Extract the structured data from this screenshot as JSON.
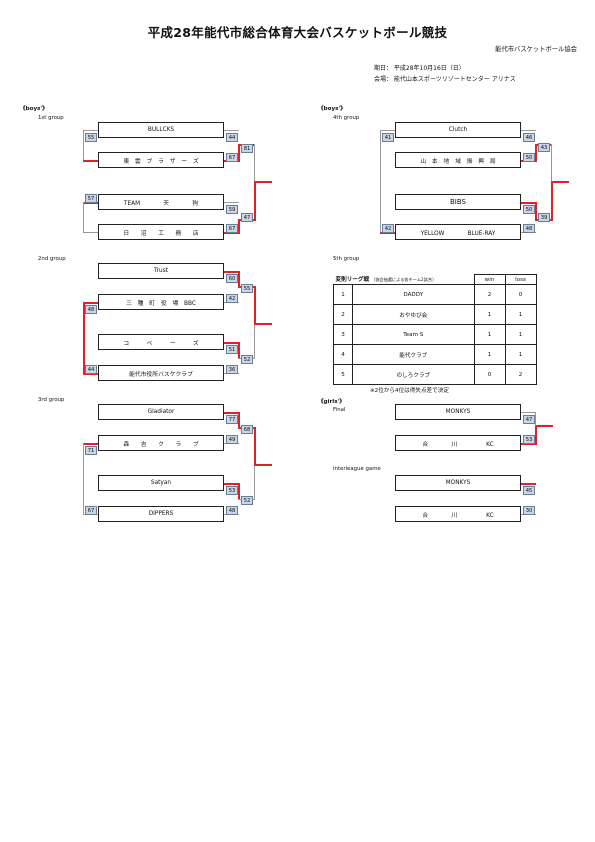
{
  "header": {
    "title": "平成28年能代市総合体育大会バスケットボール競技",
    "organizer": "能代市バスケットボール協会",
    "date": "期日： 平成28年10月16日（日）",
    "venue": "会場： 能代山本スポーツリゾートセンター アリナス"
  },
  "left": {
    "section": "《boys'》",
    "group1": {
      "label": "1st group",
      "teams": [
        "BULLCKS",
        "東　雲　ブ　ラ　ザ　ー　ズ",
        "TEAM　　　　天　　　　狗",
        "日　　沼　　工　　務　　店"
      ],
      "scores": {
        "s1": "55",
        "s2": "44",
        "s3": "67",
        "s4": "81",
        "s5": "57",
        "s6": "59",
        "s7": "47",
        "s8": "67"
      }
    },
    "group2": {
      "label": "2nd group",
      "teams": [
        "Trust",
        "三　種　町　役　場　BBC",
        "コ　　　ベ　　　ー　　　ズ",
        "能代市役所バスケクラブ"
      ],
      "scores": {
        "s1": "60",
        "s2": "42",
        "s3": "55",
        "s4": "48",
        "s5": "51",
        "s6": "52",
        "s7": "44",
        "s8": "36"
      }
    },
    "group3": {
      "label": "3rd group",
      "teams": [
        "Gladiator",
        "森　　吉　　ク　　ラ　　ブ",
        "Satyan",
        "DIPPERS"
      ],
      "scores": {
        "s1": "77",
        "s2": "49",
        "s3": "68",
        "s4": "71",
        "s5": "53",
        "s6": "52",
        "s7": "67",
        "s8": "48"
      }
    }
  },
  "right": {
    "section": "《boys'》",
    "group4": {
      "label": "4th group",
      "teams": [
        "Clutch",
        "山　本　地　域　振　興　局",
        "BIBS",
        "YELLOW　　　　BLUE-RAY"
      ],
      "scores": {
        "s1": "41",
        "s2": "46",
        "s3": "50",
        "s4": "43",
        "s5": "50",
        "s6": "39",
        "s7": "42",
        "s8": "48"
      }
    },
    "group5": {
      "label": "5th group",
      "league_title": "変則リーグ戦",
      "league_note": "（協会抽選による各チーム2試合）",
      "col_win": "win",
      "col_loss": "loss",
      "rows": [
        {
          "rank": "1",
          "team": "DADDY",
          "win": "2",
          "loss": "0"
        },
        {
          "rank": "2",
          "team": "おやゆび会",
          "win": "1",
          "loss": "1"
        },
        {
          "rank": "3",
          "team": "Team S",
          "win": "1",
          "loss": "1"
        },
        {
          "rank": "4",
          "team": "能代クラブ",
          "win": "1",
          "loss": "1"
        },
        {
          "rank": "5",
          "team": "のしろクラブ",
          "win": "0",
          "loss": "2"
        }
      ],
      "footnote": "※2位から4位は得失点差で決定"
    },
    "girls": {
      "section": "《girls'》",
      "final_label": "Final",
      "final_teams": [
        "MONKYS",
        "合　　　　川　　　　　KC"
      ],
      "final_scores": {
        "s1": "47",
        "s2": "53"
      },
      "inter_label": "interleague game",
      "inter_teams": [
        "MONKYS",
        "合　　　　川　　　　　KC"
      ],
      "inter_scores": {
        "s1": "45",
        "s2": "30"
      }
    }
  }
}
